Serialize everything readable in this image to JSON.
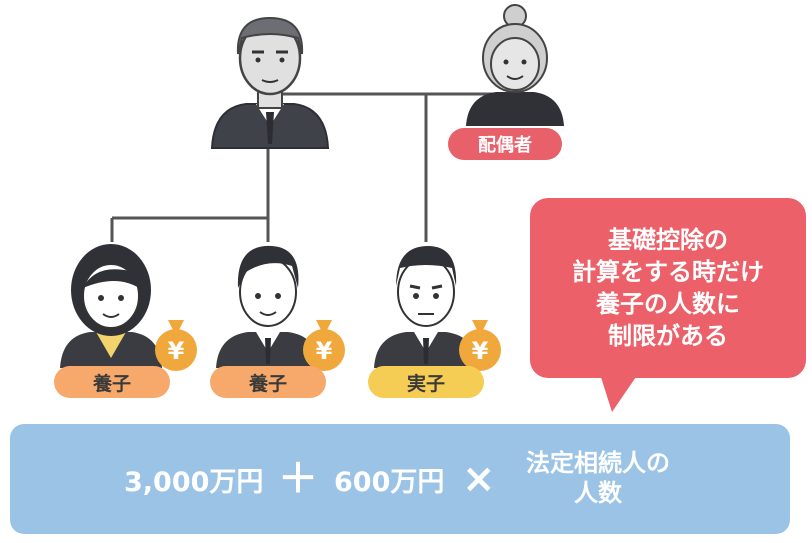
{
  "family": {
    "spouse_label": "配偶者",
    "children": [
      {
        "label": "養子",
        "kind": "adopted"
      },
      {
        "label": "養子",
        "kind": "adopted"
      },
      {
        "label": "実子",
        "kind": "real"
      }
    ],
    "money_symbol": "¥"
  },
  "callout": {
    "lines": [
      "基礎控除の",
      "計算をする時だけ",
      "養子の人数に",
      "制限がある"
    ]
  },
  "formula": {
    "base": "3,000万円",
    "plus": "＋",
    "per_heir": "600万円",
    "times": "×",
    "heirs_lines": [
      "法定相続人の",
      "人数"
    ]
  },
  "colors": {
    "line": "#555555",
    "spouse_tag": "#e8606a",
    "adopted_tag": "#f6a96b",
    "real_tag": "#f5cd54",
    "callout": "#ec6069",
    "formula_bg": "#9bc3e6",
    "money_bag": "#f0a83c"
  }
}
